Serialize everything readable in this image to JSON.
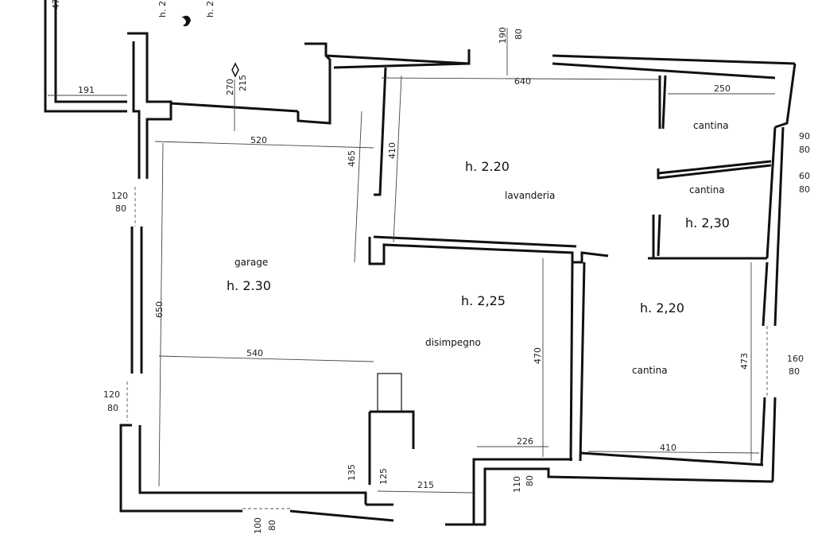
{
  "plan": {
    "rooms": [
      {
        "name": "garage",
        "height": "h. 2.30"
      },
      {
        "name": "lavanderia",
        "height": "h. 2.20"
      },
      {
        "name": "disimpegno",
        "height": "h. 2,25"
      },
      {
        "name": "cantina",
        "height": "h. 2,20"
      },
      {
        "name": "cantina",
        "height": ""
      },
      {
        "name": "cantina",
        "height": "h. 2,30"
      }
    ],
    "dimensions": [
      "191",
      "470",
      "h. 2",
      "h. 2",
      "190",
      "80",
      "270",
      "215",
      "640",
      "250",
      "520",
      "465",
      "410",
      "120",
      "80",
      "650",
      "540",
      "120",
      "80",
      "470",
      "473",
      "160",
      "80",
      "90",
      "80",
      "60",
      "80",
      "226",
      "410",
      "135",
      "125",
      "215",
      "110",
      "80",
      "100",
      "80"
    ]
  }
}
